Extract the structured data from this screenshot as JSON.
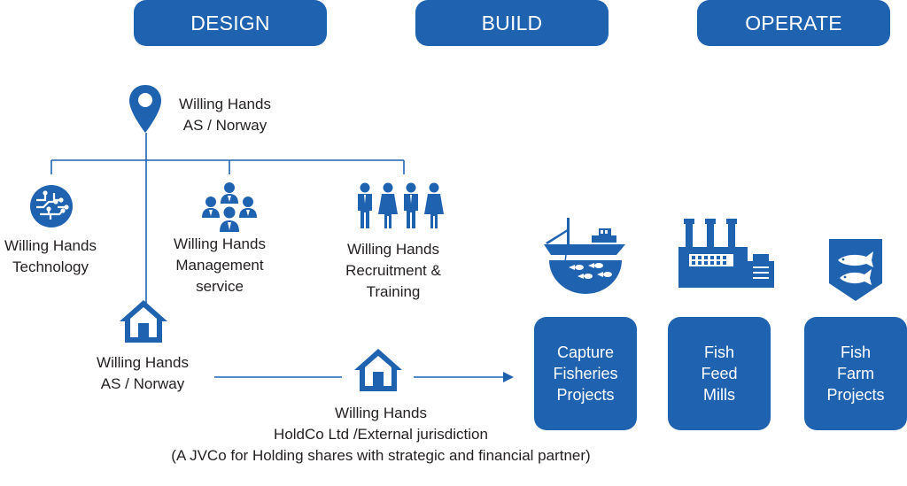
{
  "phases": {
    "design": "DESIGN",
    "build": "BUILD",
    "operate": "OPERATE"
  },
  "org": {
    "root_label": "Willing Hands\nAS / Norway",
    "technology": "Willing Hands\nTechnology",
    "management": "Willing Hands\nManagement\nservice",
    "recruitment": "Willing Hands\nRecruitment &\nTraining",
    "as_norway": "Willing Hands\nAS / Norway",
    "holdco": "Willing Hands\nHoldCo Ltd /External jurisdiction\n(A JVCo for Holding shares with strategic and financial partner)"
  },
  "projects": {
    "capture": "Capture\nFisheries\nProjects",
    "feed": "Fish\nFeed\nMills",
    "farm": "Fish\nFarm\nProjects"
  },
  "colors": {
    "brand_blue": "#1f63b0",
    "text": "#231f20"
  },
  "icons": {
    "root": "map-pin-icon",
    "technology": "circuit-chip-icon",
    "management": "team-people-icon",
    "recruitment": "men-women-icon",
    "as_norway": "house-icon",
    "holdco": "house-icon",
    "capture": "fishing-boat-icon",
    "feed": "factory-icon",
    "farm": "fish-shield-icon"
  }
}
